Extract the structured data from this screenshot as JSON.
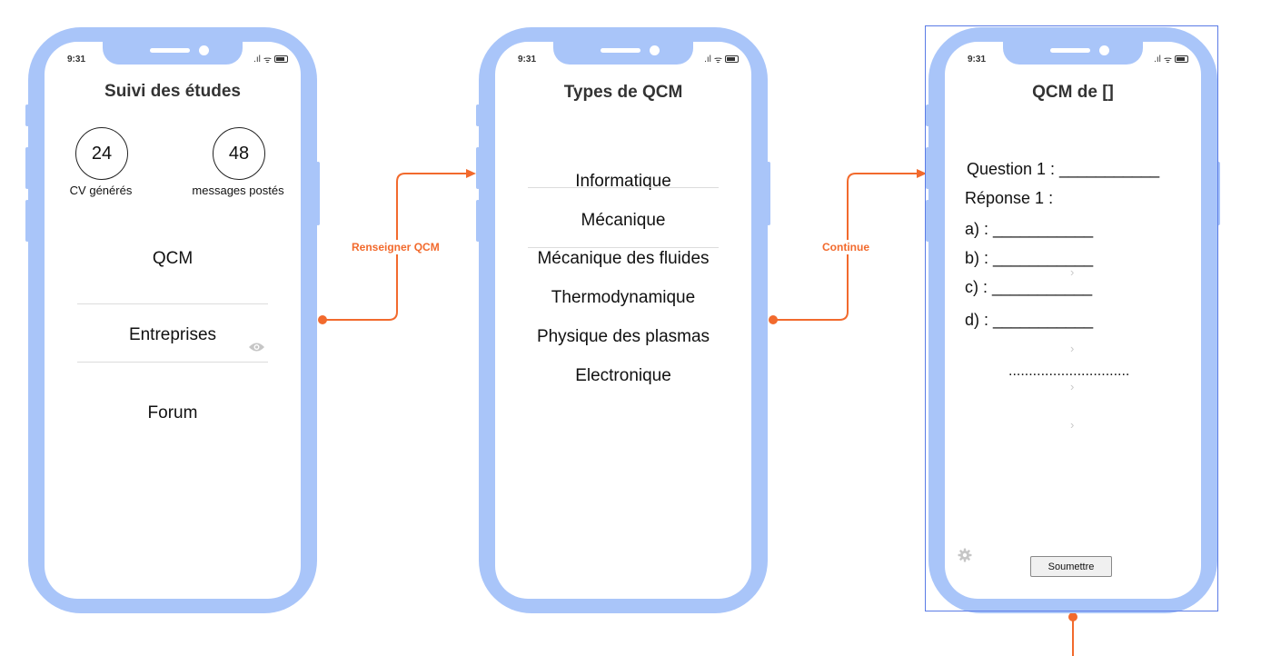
{
  "status_bar": {
    "time": "9:31",
    "signal": ".ıl",
    "wifi": "ᯤ"
  },
  "screen1": {
    "title": "Suivi des études",
    "stats": [
      {
        "value": "24",
        "label": "CV générés"
      },
      {
        "value": "48",
        "label": "messages postés"
      }
    ],
    "menu": [
      "QCM",
      "Entreprises",
      "Forum"
    ]
  },
  "screen2": {
    "title": "Types de QCM",
    "items": [
      "Informatique",
      "Mécanique",
      "Mécanique des fluides",
      "Thermodynamique",
      "Physique des plasmas",
      "Electronique"
    ]
  },
  "screen3": {
    "title": "QCM de []",
    "question": "Question 1 : ___________",
    "answer_label": "Réponse 1 :",
    "options": [
      "a) : ___________",
      "b) : ___________",
      "c) : ___________",
      "d) : ___________"
    ],
    "ellipsis": "..............................",
    "submit_label": "Soumettre"
  },
  "connectors": {
    "first_label": "Renseigner QCM",
    "second_label": "Continue",
    "color": "#f26a2d"
  },
  "colors": {
    "frame": "#a9c5f9",
    "selection": "#5b7ce6"
  }
}
